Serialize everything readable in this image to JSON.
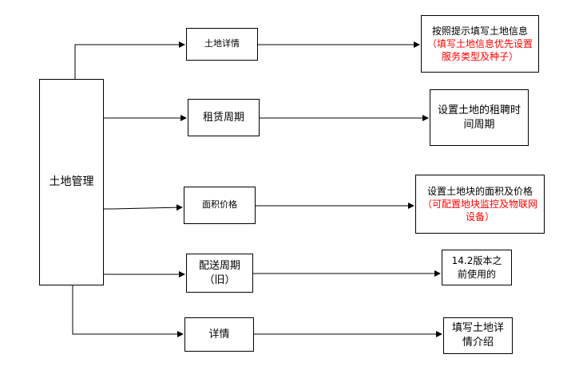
{
  "root": {
    "label": "土地管理"
  },
  "steps": [
    {
      "label": "土地详情",
      "note": {
        "main": "按照提示填写土地信息",
        "detail": "（填写土地信息优先设置服务类型及种子）"
      }
    },
    {
      "label": "租赁周期",
      "note": {
        "main": "设置土地的租聘时间周期"
      }
    },
    {
      "label": "面积价格",
      "note": {
        "main": "设置土地块的面积及价格",
        "detail": "（可配置地块监控及物联网设备）"
      }
    },
    {
      "label": "配送周期（旧）",
      "note": {
        "main": "14.2版本之前使用的"
      }
    },
    {
      "label": "详情",
      "note": {
        "main": "填写土地详情介绍"
      }
    }
  ],
  "colors": {
    "line": "#000000",
    "highlight": "#ff0000",
    "background": "#ffffff"
  },
  "connector": "arrow"
}
